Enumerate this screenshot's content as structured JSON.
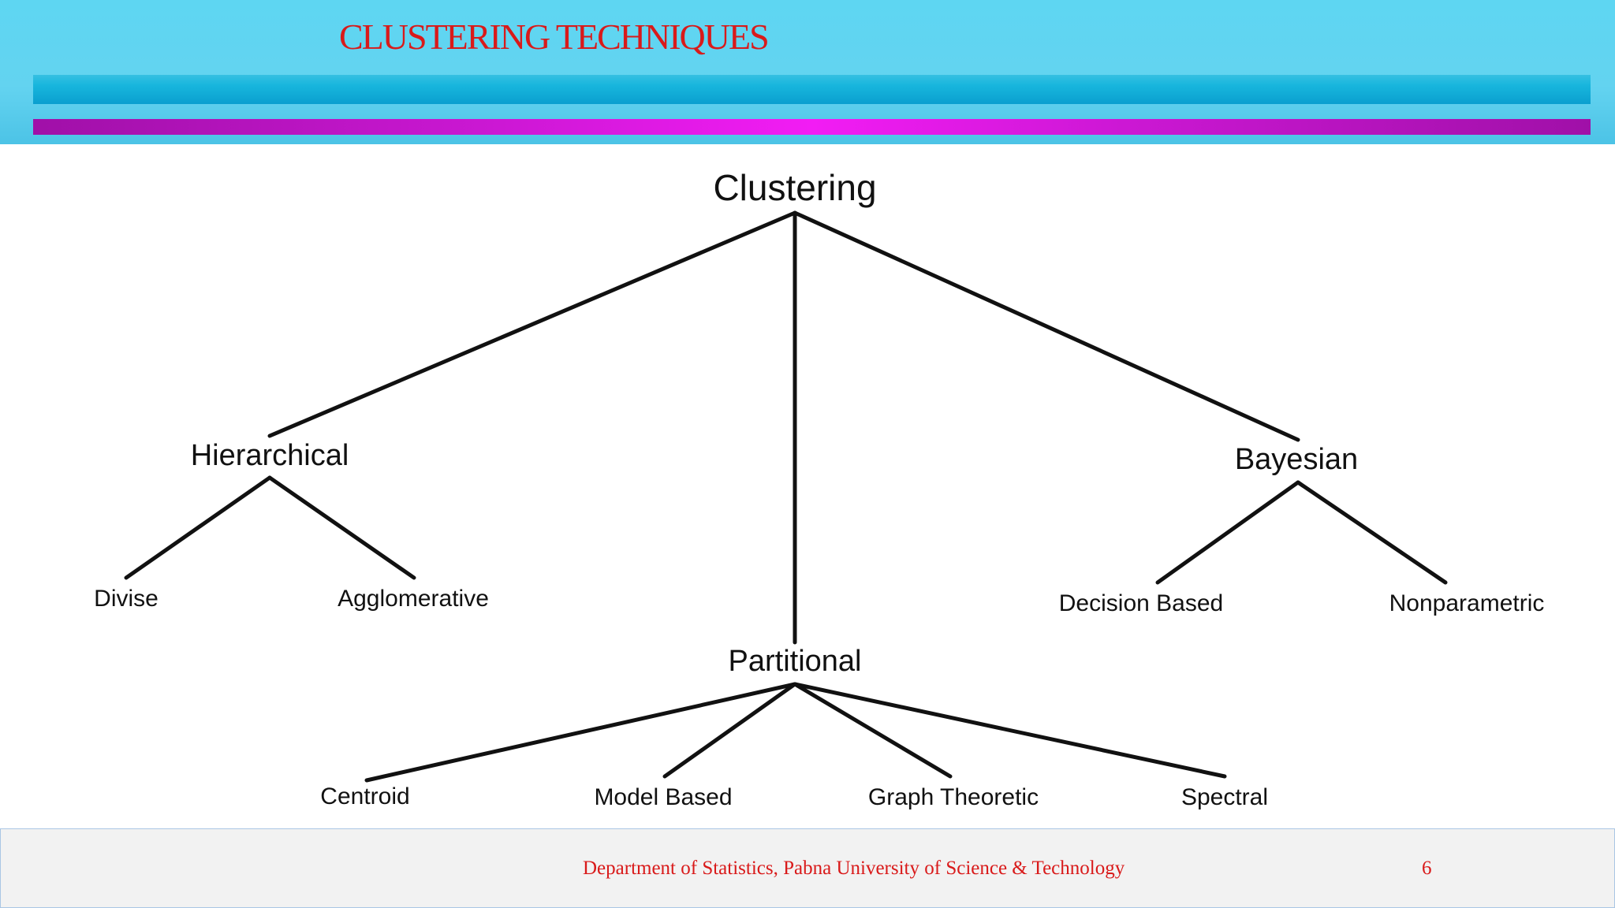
{
  "slide": {
    "title": "CLUSTERING TECHNIQUES"
  },
  "diagram": {
    "root": "Clustering",
    "nodes": {
      "hierarchical": "Hierarchical",
      "partitional": "Partitional",
      "bayesian": "Bayesian",
      "divise": "Divise",
      "agglomerative": "Agglomerative",
      "decision_based": "Decision Based",
      "nonparametric": "Nonparametric",
      "centroid": "Centroid",
      "model_based": "Model Based",
      "graph_theoretic": "Graph Theoretic",
      "spectral": "Spectral"
    }
  },
  "footer": {
    "department": "Department of Statistics, Pabna University of Science & Technology",
    "page_number": "6"
  },
  "colors": {
    "header_bg": "#5ed6f2",
    "title_red": "#d91a1a",
    "cyan_bar": "#18b6dd",
    "magenta_bar": "#f21cf4",
    "footer_bg": "#f2f2f2"
  }
}
